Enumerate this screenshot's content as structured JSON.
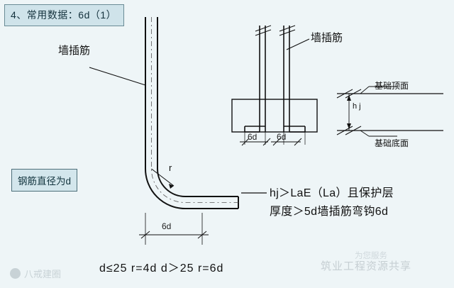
{
  "header": {
    "tag": "4、常用数据：6d（1）"
  },
  "labels": {
    "wall_bar_left": "墙插筋",
    "wall_bar_right": "墙插筋",
    "diameter_box": "钢筋直径为d",
    "foundation_top": "基础顶面",
    "foundation_bottom": "基础底面",
    "hj": "h j"
  },
  "notes": {
    "line1": "hj＞LaE（La）且保护层",
    "line2": "厚度＞5d墙插筋弯钩6d"
  },
  "dimensions": {
    "main_6d": "6d",
    "detail_6d_left": "6d",
    "detail_6d_right": "6d",
    "radius": "r"
  },
  "formula": {
    "text": "d≤25    r=4d    d＞25    r=6d"
  },
  "watermarks": {
    "center": "筑业工程资源共享",
    "right": "为您服务",
    "brand": "八戒建圈"
  },
  "colors": {
    "background": "#eef5f7",
    "tag_fill": "#cfe3ea",
    "tag_border": "#6a8b95",
    "line": "#1a1a1a",
    "rebar": "#111111"
  }
}
